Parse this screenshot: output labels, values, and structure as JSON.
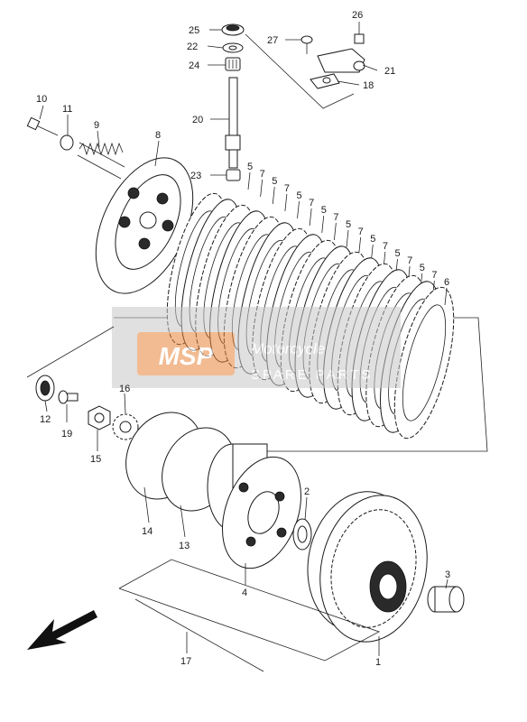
{
  "watermark": {
    "brand": "MSP",
    "line1": "Motorcycle",
    "line2": "SPARE PARTS",
    "brand_color": "#e8853a",
    "band_color": "#c8c8c8"
  },
  "callouts": {
    "c1": "1",
    "c2": "2",
    "c3": "3",
    "c4": "4",
    "c5": "5",
    "c6": "6",
    "c7": "7",
    "c8": "8",
    "c9": "9",
    "c10": "10",
    "c11": "11",
    "c12": "12",
    "c13": "13",
    "c14": "14",
    "c15": "15",
    "c16": "16",
    "c17": "17",
    "c18": "18",
    "c19": "19",
    "c20": "20",
    "c21": "21",
    "c22": "22",
    "c23": "23",
    "c24": "24",
    "c25": "25",
    "c26": "26",
    "c27": "27"
  },
  "plate_labels": [
    "5",
    "7",
    "5",
    "7",
    "5",
    "7",
    "5",
    "7",
    "5",
    "7",
    "5",
    "7",
    "5",
    "7",
    "5",
    "7",
    "6"
  ],
  "icons": {
    "front_arrow": "front-direction-arrow-icon"
  }
}
